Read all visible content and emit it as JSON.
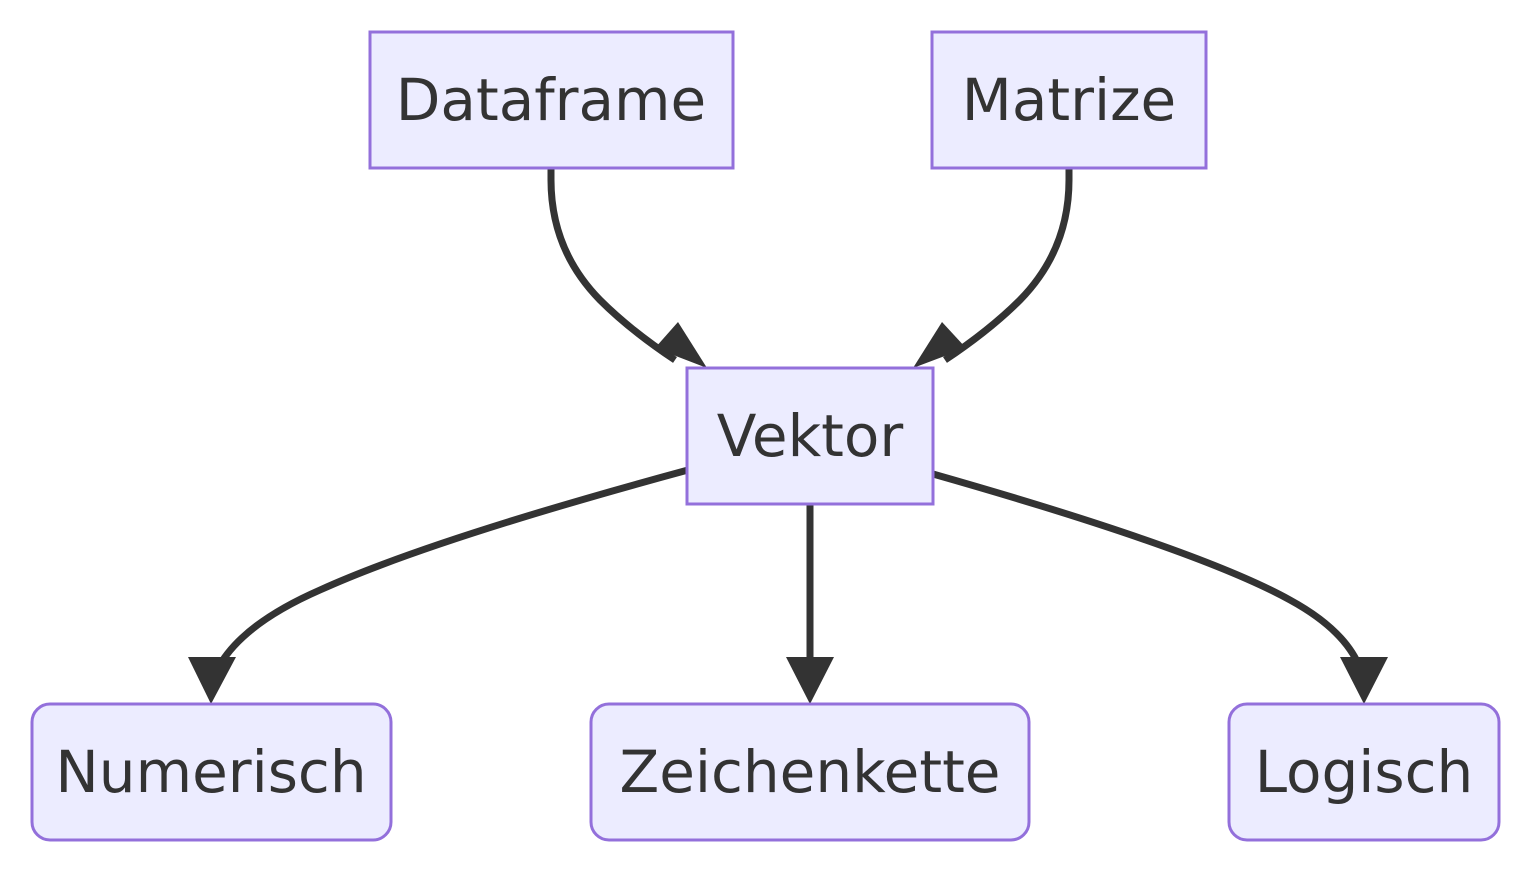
{
  "nodes": {
    "dataframe": {
      "label": "Dataframe"
    },
    "matrize": {
      "label": "Matrize"
    },
    "vektor": {
      "label": "Vektor"
    },
    "numerisch": {
      "label": "Numerisch"
    },
    "zeichenkette": {
      "label": "Zeichenkette"
    },
    "logisch": {
      "label": "Logisch"
    }
  },
  "edges": [
    {
      "from": "dataframe",
      "to": "vektor"
    },
    {
      "from": "matrize",
      "to": "vektor"
    },
    {
      "from": "vektor",
      "to": "numerisch"
    },
    {
      "from": "vektor",
      "to": "zeichenkette"
    },
    {
      "from": "vektor",
      "to": "logisch"
    }
  ],
  "colors": {
    "node_fill": "#ECECFF",
    "node_stroke": "#9370DB",
    "edge": "#333333",
    "text": "#333333"
  }
}
